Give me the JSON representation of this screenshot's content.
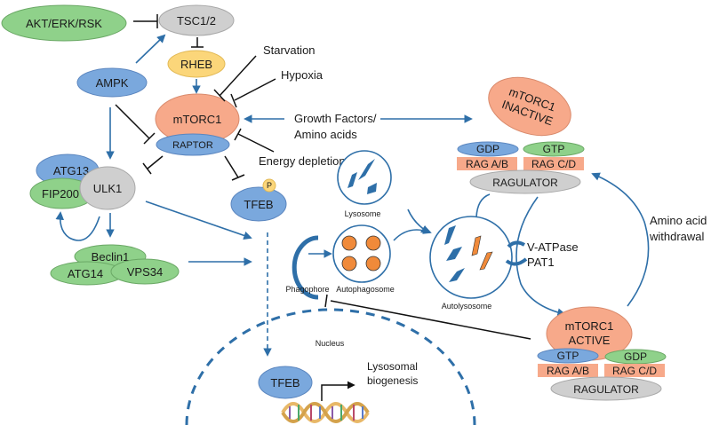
{
  "title": "mTORC1 signaling, autophagy and lysosomal biogenesis",
  "colors": {
    "green": "#8fd18a",
    "green_stroke": "#6aa865",
    "grey": "#cfcfcf",
    "grey_stroke": "#a8a8a8",
    "blue": "#7aa8dd",
    "blue_stroke": "#5b86bf",
    "salmon": "#f7a98a",
    "salmon_stroke": "#d98a6c",
    "yellow": "#fbd67a",
    "arrow_blue": "#2e6fa8",
    "cargo_orange": "#f08a3a"
  },
  "nodes": {
    "akt": "AKT/ERK/RSK",
    "tsc": "TSC1/2",
    "rheb": "RHEB",
    "ampk": "AMPK",
    "mtorc1": "mTORC1",
    "raptor": "RAPTOR",
    "atg13": "ATG13",
    "fip200": "FIP200",
    "ulk1": "ULK1",
    "beclin1": "Beclin1",
    "atg14": "ATG14",
    "vps34": "VPS34",
    "tfeb_cyto": "TFEB",
    "tfeb_p": "P",
    "tfeb_nuc": "TFEB"
  },
  "stimuli": {
    "starvation": "Starvation",
    "hypoxia": "Hypoxia",
    "growth_factors_1": "Growth Factors/",
    "growth_factors_2": "Amino acids",
    "energy_depletion": "Energy depletion"
  },
  "inactive_complex": {
    "mtorc1_line1": "mTORC1",
    "mtorc1_line2": "INACTIVE",
    "gdp": "GDP",
    "gtp": "GTP",
    "rag_ab": "RAG A/B",
    "rag_cd": "RAG C/D",
    "ragulator": "RAGULATOR"
  },
  "active_complex": {
    "mtorc1_line1": "mTORC1",
    "mtorc1_line2": "ACTIVE",
    "gtp": "GTP",
    "gdp": "GDP",
    "rag_ab": "RAG A/B",
    "rag_cd": "RAG C/D",
    "ragulator": "RAGULATOR"
  },
  "autophagy": {
    "lysosome": "Lysosome",
    "phagophore": "Phagophore",
    "autophagosome": "Autophagosome",
    "autolysosome": "Autolysosome"
  },
  "transporters": {
    "line1": "V-ATPase",
    "line2": "PAT1"
  },
  "amino_withdrawal": {
    "line1": "Amino acid",
    "line2": "withdrawal"
  },
  "nucleus": {
    "label": "Nucleus",
    "biogenesis_line1": "Lysosomal",
    "biogenesis_line2": "biogenesis"
  }
}
